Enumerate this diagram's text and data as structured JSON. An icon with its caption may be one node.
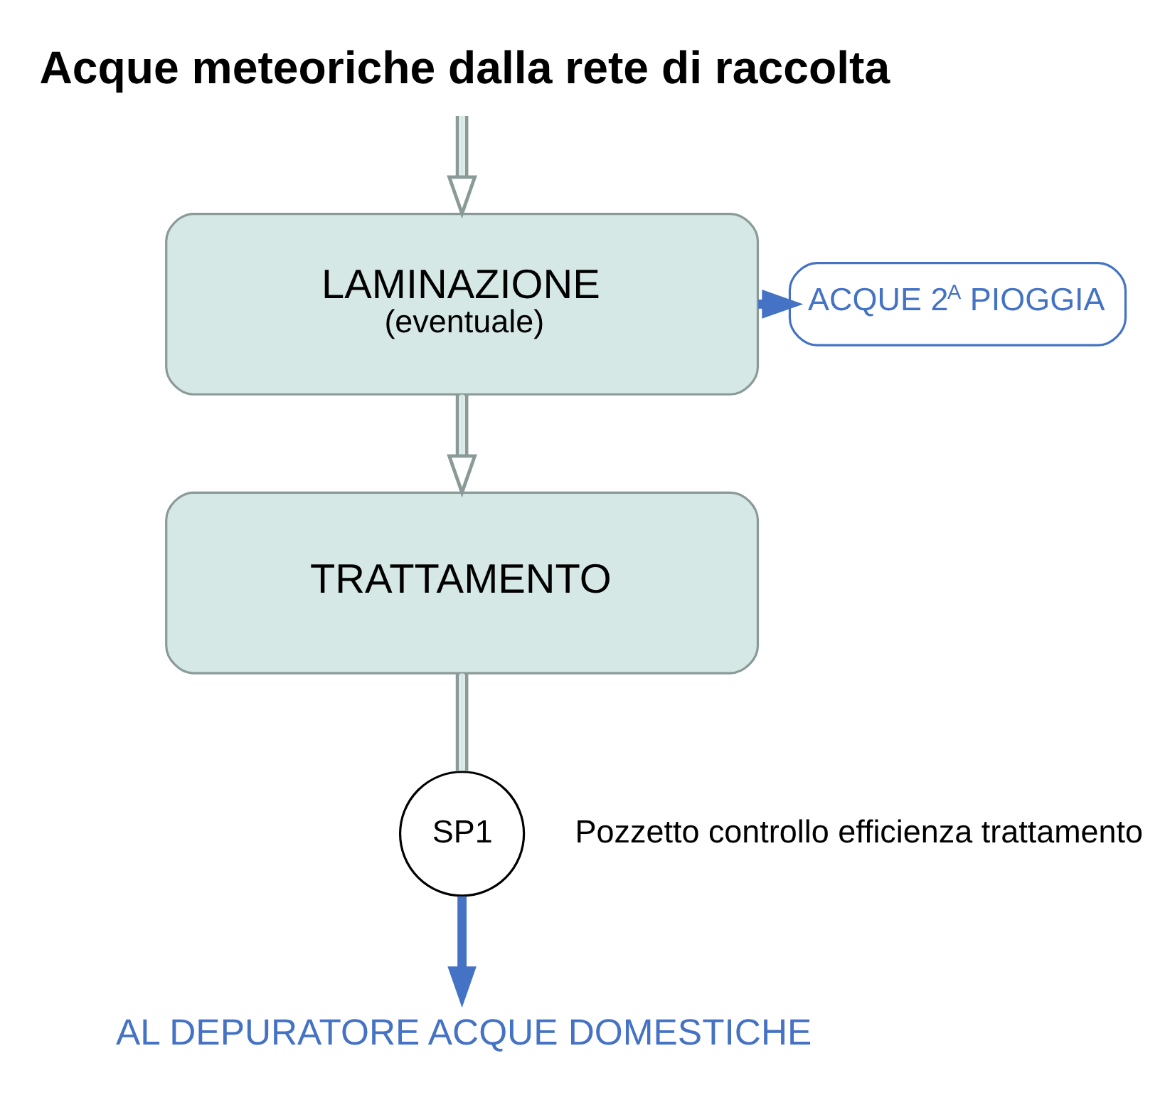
{
  "diagram": {
    "nodes": [
      {
        "text": [
          "Acque meteoriche dalla rete di raccolta"
        ]
      },
      {
        "text": [
          "LAMINAZIONE",
          "(eventuale)"
        ]
      },
      {
        "text": [
          "ACQUE 2$^{A}$ PIOGGIA"
        ]
      },
      {
        "text": [
          "TRATTAMENTO"
        ]
      },
      {
        "text": [
          "SP1"
        ],
        "beside": [
          "Pozzetto controllo efficienza trattamento"
        ]
      },
      {
        "text": [
          "AL DEPURATORE ACQUE DOMESTICHE"
        ]
      }
    ],
    "edges": [
      {
        "from": 0,
        "to": 1,
        "arrow": "to"
      },
      {
        "from": 1,
        "to": 2,
        "arrow": "to",
        "style": "thick",
        "color": "#4472c4"
      },
      {
        "from": 1,
        "to": 3,
        "arrow": "to"
      },
      {
        "from": 3,
        "to": 4,
        "arrow": "none"
      },
      {
        "from": 4,
        "to": 5,
        "arrow": "to",
        "style": "thick",
        "color": "#4472c4"
      }
    ]
  }
}
